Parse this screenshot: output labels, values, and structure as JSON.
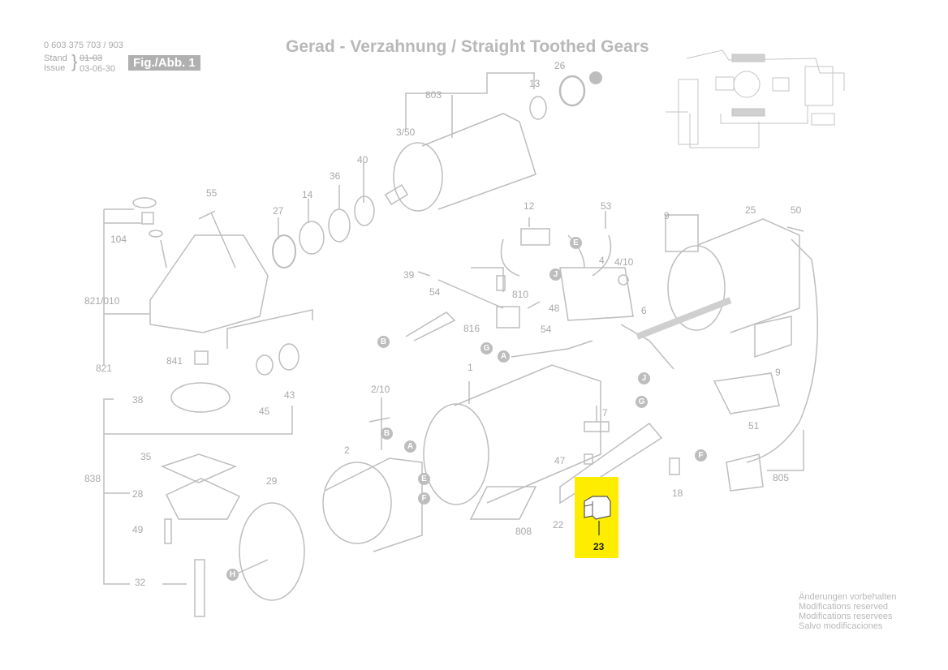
{
  "header": {
    "part_number": "0 603 375 703 / 903",
    "stand_label": "Stand",
    "issue_label": "Issue",
    "date_old": "01-03",
    "date": "03-06-30",
    "figure_label": "Fig./Abb. 1"
  },
  "title": "Gerad - Verzahnung / Straight Toothed Gears",
  "footer": {
    "lines": [
      "Änderungen vorbehalten",
      "Modifications reserved",
      "Modifications reservees",
      "Salvo modificaciones"
    ]
  },
  "highlighted_part": {
    "number": "23",
    "color": "#ffed00"
  },
  "part_labels": [
    {
      "id": "803",
      "text": "803"
    },
    {
      "id": "13",
      "text": "13"
    },
    {
      "id": "26",
      "text": "26"
    },
    {
      "id": "3-50",
      "text": "3/50"
    },
    {
      "id": "40",
      "text": "40"
    },
    {
      "id": "36",
      "text": "36"
    },
    {
      "id": "14",
      "text": "14"
    },
    {
      "id": "27",
      "text": "27"
    },
    {
      "id": "55",
      "text": "55"
    },
    {
      "id": "104",
      "text": "104"
    },
    {
      "id": "821-010",
      "text": "821/010"
    },
    {
      "id": "821",
      "text": "821"
    },
    {
      "id": "841",
      "text": "841"
    },
    {
      "id": "45",
      "text": "45"
    },
    {
      "id": "43",
      "text": "43"
    },
    {
      "id": "38",
      "text": "38"
    },
    {
      "id": "35",
      "text": "35"
    },
    {
      "id": "838",
      "text": "838"
    },
    {
      "id": "28",
      "text": "28"
    },
    {
      "id": "49",
      "text": "49"
    },
    {
      "id": "32",
      "text": "32"
    },
    {
      "id": "29",
      "text": "29"
    },
    {
      "id": "2",
      "text": "2"
    },
    {
      "id": "2-10",
      "text": "2/10"
    },
    {
      "id": "1",
      "text": "1"
    },
    {
      "id": "808",
      "text": "808"
    },
    {
      "id": "22",
      "text": "22"
    },
    {
      "id": "47",
      "text": "47"
    },
    {
      "id": "7",
      "text": "7"
    },
    {
      "id": "18",
      "text": "18"
    },
    {
      "id": "12",
      "text": "12"
    },
    {
      "id": "53",
      "text": "53"
    },
    {
      "id": "4",
      "text": "4"
    },
    {
      "id": "4-10",
      "text": "4/10"
    },
    {
      "id": "39",
      "text": "39"
    },
    {
      "id": "54a",
      "text": "54"
    },
    {
      "id": "810",
      "text": "810"
    },
    {
      "id": "48",
      "text": "48"
    },
    {
      "id": "816",
      "text": "816"
    },
    {
      "id": "54b",
      "text": "54"
    },
    {
      "id": "6",
      "text": "6"
    },
    {
      "id": "9a",
      "text": "9"
    },
    {
      "id": "25",
      "text": "25"
    },
    {
      "id": "50",
      "text": "50"
    },
    {
      "id": "9b",
      "text": "9"
    },
    {
      "id": "51",
      "text": "51"
    },
    {
      "id": "805",
      "text": "805"
    }
  ],
  "connector_markers": [
    {
      "id": "E1",
      "text": "E"
    },
    {
      "id": "J1",
      "text": "J"
    },
    {
      "id": "B1",
      "text": "B"
    },
    {
      "id": "G1",
      "text": "G"
    },
    {
      "id": "A1",
      "text": "A"
    },
    {
      "id": "J2",
      "text": "J"
    },
    {
      "id": "G2",
      "text": "G"
    },
    {
      "id": "F1",
      "text": "F"
    },
    {
      "id": "B2",
      "text": "B"
    },
    {
      "id": "A2",
      "text": "A"
    },
    {
      "id": "E2",
      "text": "E"
    },
    {
      "id": "F2",
      "text": "F"
    },
    {
      "id": "H1",
      "text": "H"
    }
  ]
}
